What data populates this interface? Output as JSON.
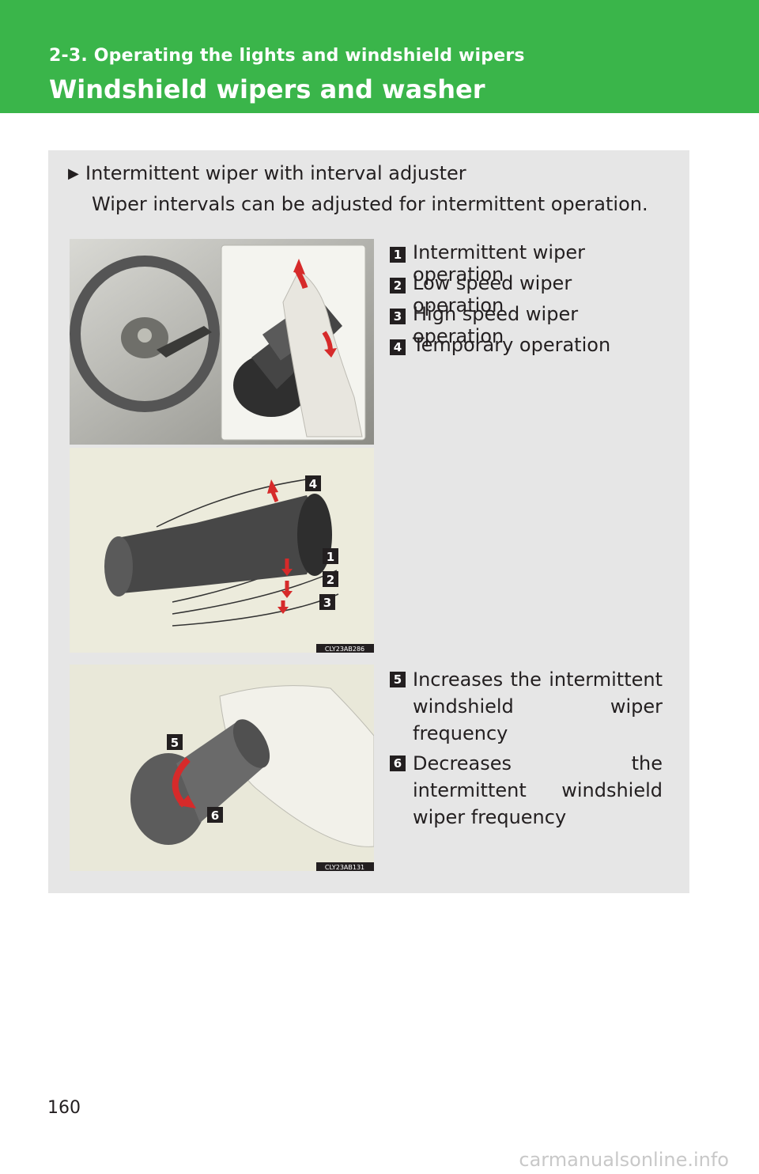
{
  "header": {
    "section_label": "2-3. Operating the lights and windshield wipers",
    "title": "Windshield wipers and washer",
    "color": "#3ab54a"
  },
  "intro": {
    "title": "Intermittent wiper with interval adjuster",
    "description": "Wiper intervals can be adjusted for intermittent operation."
  },
  "legend_lever": [
    {
      "num": "1",
      "label": "Intermittent wiper operation"
    },
    {
      "num": "2",
      "label": "Low speed wiper operation"
    },
    {
      "num": "3",
      "label": "High speed wiper operation"
    },
    {
      "num": "4",
      "label": "Temporary operation"
    }
  ],
  "legend_knob": [
    {
      "num": "5",
      "label": "Increases the intermittent windshield wiper frequency"
    },
    {
      "num": "6",
      "label": "Decreases the intermittent windshield wiper frequency"
    }
  ],
  "figures": {
    "lever_code": "CLY23AB286",
    "knob_code": "CLY23AB131",
    "lever_callouts": [
      "4",
      "1",
      "2",
      "3"
    ],
    "knob_callouts": [
      "5",
      "6"
    ]
  },
  "page_number": "160",
  "watermark": "carmanualsonline.info"
}
